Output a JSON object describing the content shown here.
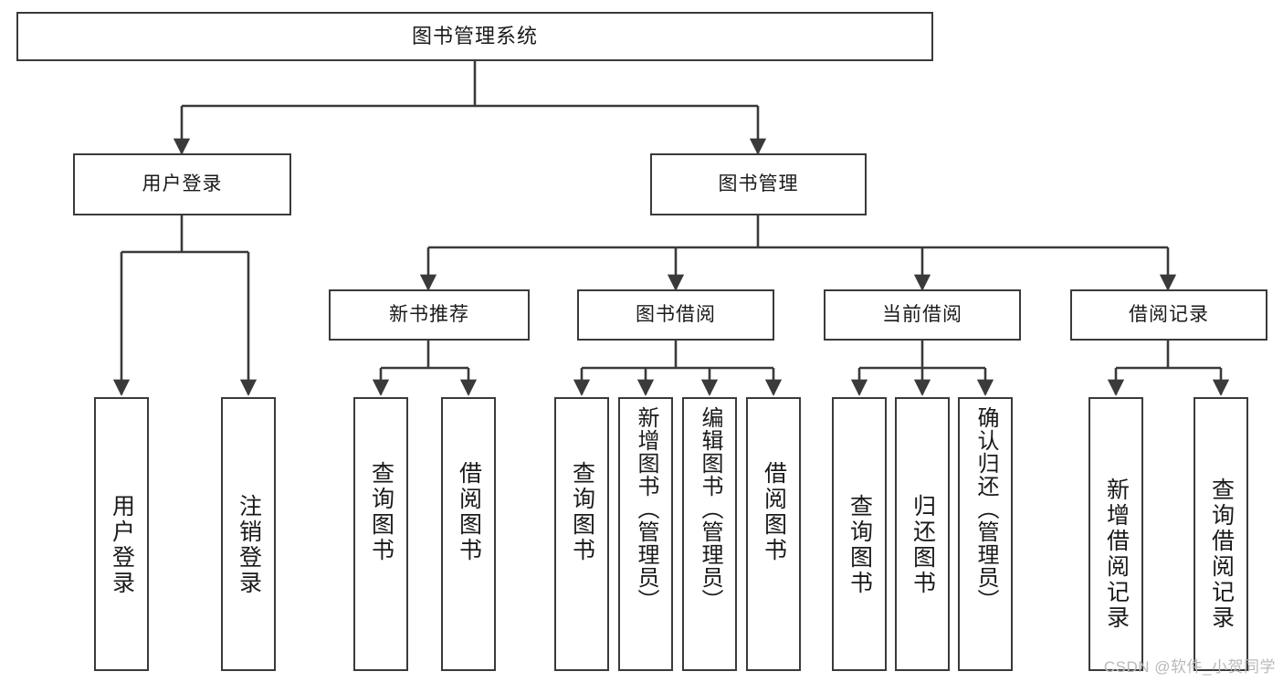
{
  "diagram": {
    "title": "图书管理系统",
    "type": "tree",
    "orientation": "top-down",
    "colors": {
      "box_border": "#3a3a3a",
      "box_fill": "#ffffff",
      "edge": "#3a3a3a",
      "text": "#1a1a1a",
      "watermark": "#b9b9b9",
      "background": "#ffffff"
    },
    "nodes": {
      "root": {
        "label": "图书管理系统"
      },
      "level2": [
        {
          "label": "用户登录"
        },
        {
          "label": "图书管理"
        }
      ],
      "level3": [
        {
          "label": "新书推荐"
        },
        {
          "label": "图书借阅"
        },
        {
          "label": "当前借阅"
        },
        {
          "label": "借阅记录"
        }
      ],
      "leaves": {
        "user_login": [
          {
            "label": "用户登录"
          },
          {
            "label": "注销登录"
          }
        ],
        "new_book": [
          {
            "label": "查询图书"
          },
          {
            "label": "借阅图书"
          }
        ],
        "book_borrow": [
          {
            "label": "查询图书"
          },
          {
            "label": "新增图书（管理员）"
          },
          {
            "label": "编辑图书（管理员）"
          },
          {
            "label": "借阅图书"
          }
        ],
        "current_borrow": [
          {
            "label": "查询图书"
          },
          {
            "label": "归还图书"
          },
          {
            "label": "确认归还（管理员）"
          }
        ],
        "borrow_record": [
          {
            "label": "新增借阅记录"
          },
          {
            "label": "查询借阅记录"
          }
        ]
      }
    }
  },
  "watermark": {
    "text": "CSDN @软件_小贺同学"
  }
}
